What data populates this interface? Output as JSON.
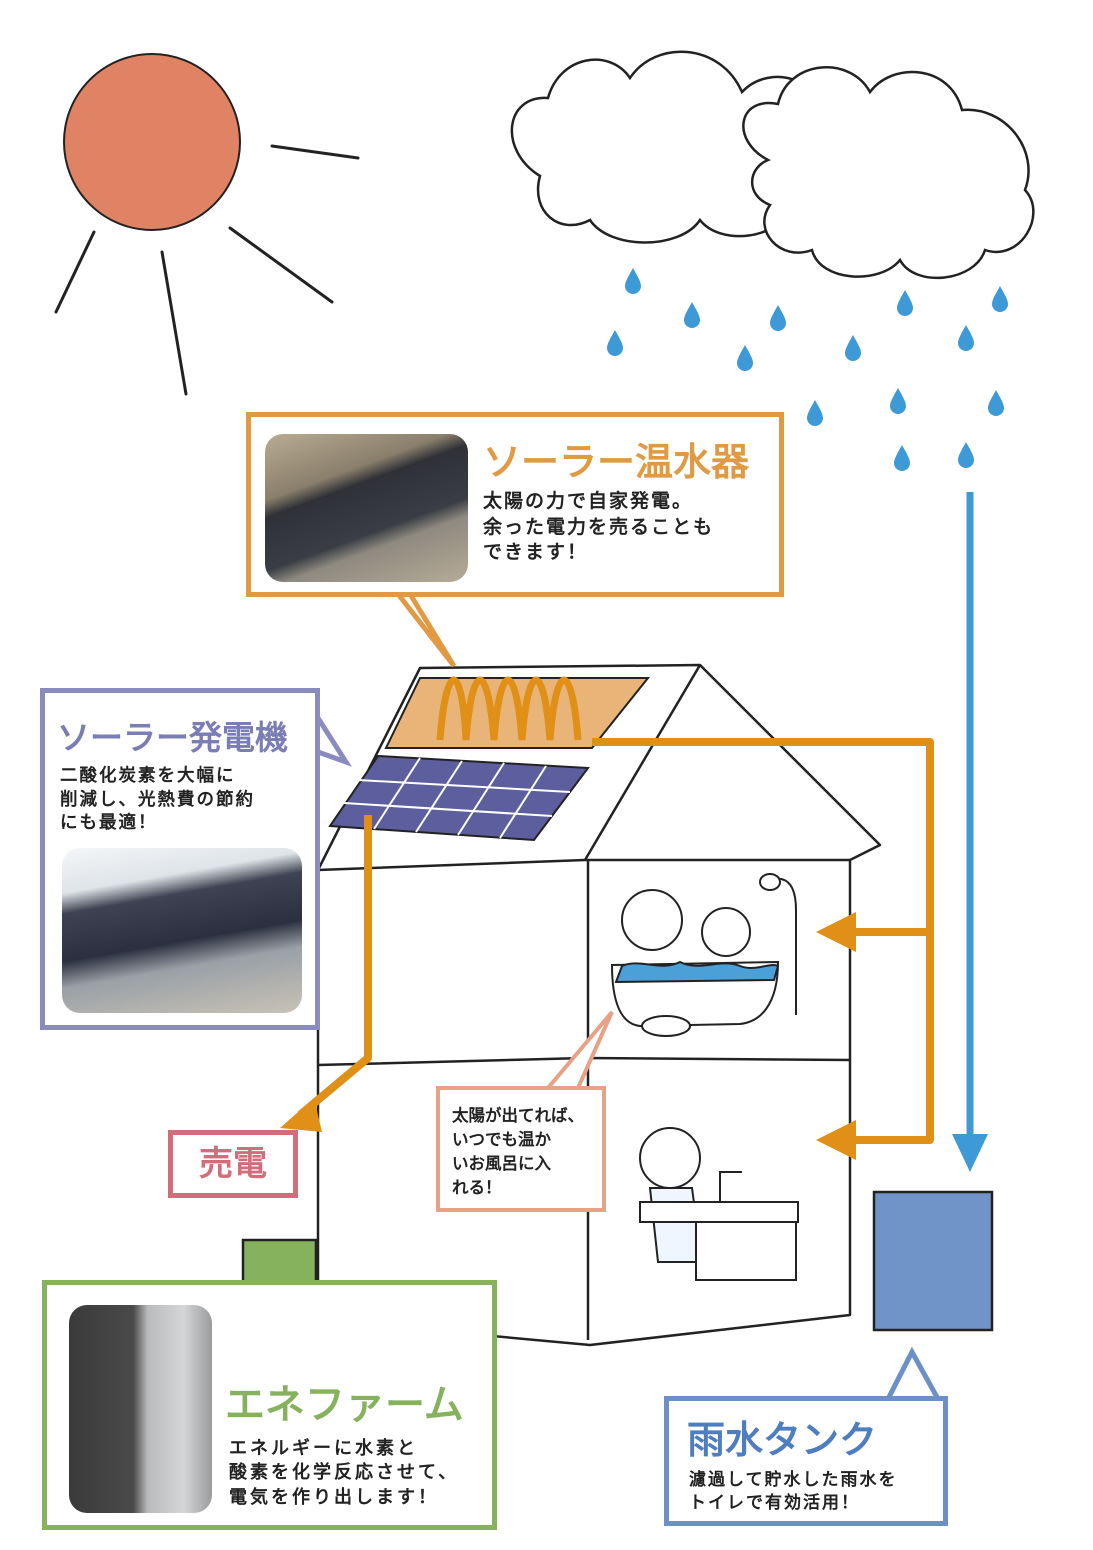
{
  "colors": {
    "sun": "#e08365",
    "rain": "#3d9ad6",
    "pipe": "#e08f17",
    "water_heater": "#e09a44",
    "solar_power": "#8a8cbf",
    "sell": "#d26d7b",
    "bath_note": "#e6a186",
    "enefarm": "#86b25e",
    "rain_tank": "#6b8fc6"
  },
  "water_heater": {
    "title": "ソーラー温水器",
    "description": "太陽の力で自家発電。\n余った電力を売ることも\nできます！"
  },
  "solar_power": {
    "title": "ソーラー発電機",
    "description": "二酸化炭素を大幅に\n削減し、光熱費の節約\nにも最適！"
  },
  "sell": {
    "label": "売電"
  },
  "bath_note": {
    "text": "太陽が出てれば、\nいつでも温か\nいお風呂に入\nれる！"
  },
  "enefarm": {
    "title": "エネファーム",
    "description": "エネルギーに水素と\n酸素を化学反応させて、\n電気を作り出します！"
  },
  "rain_tank": {
    "title": "雨水タンク",
    "description": "濾過して貯水した雨水を\nトイレで有効活用！"
  }
}
